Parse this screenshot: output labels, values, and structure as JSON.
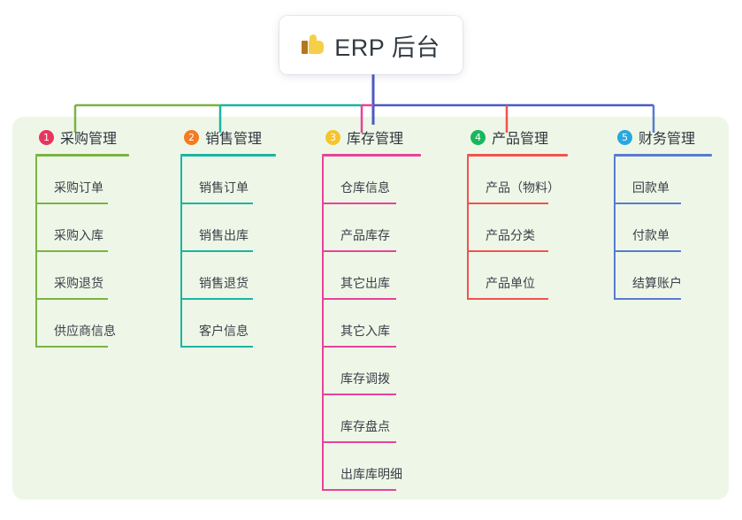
{
  "diagram": {
    "type": "mind-map",
    "title": "ERP 后台",
    "root": {
      "label": "ERP 后台",
      "icon": "thumbs-up-icon",
      "emoji": "👍"
    },
    "panel_color": "#eef7e7",
    "branches": [
      {
        "number": "1",
        "label": "采购管理",
        "badge_color": "#e8355f",
        "line_color": "#7cb342",
        "items": [
          "采购订单",
          "采购入库",
          "采购退货",
          "供应商信息"
        ]
      },
      {
        "number": "2",
        "label": "销售管理",
        "badge_color": "#f47b20",
        "line_color": "#1bb5a3",
        "items": [
          "销售订单",
          "销售出库",
          "销售退货",
          "客户信息"
        ]
      },
      {
        "number": "3",
        "label": "库存管理",
        "badge_color": "#f6c52c",
        "line_color": "#e8429a",
        "items": [
          "仓库信息",
          "产品库存",
          "其它出库",
          "其它入库",
          "库存调拨",
          "库存盘点",
          "出库库明细"
        ]
      },
      {
        "number": "4",
        "label": "产品管理",
        "badge_color": "#16b85c",
        "line_color": "#f0534f",
        "items": [
          "产品（物料）",
          "产品分类",
          "产品单位"
        ]
      },
      {
        "number": "5",
        "label": "财务管理",
        "badge_color": "#29a8e0",
        "line_color": "#5a7ad0",
        "items": [
          "回款单",
          "付款单",
          "结算账户"
        ]
      }
    ],
    "trunk_color": "#4a5bc4"
  }
}
